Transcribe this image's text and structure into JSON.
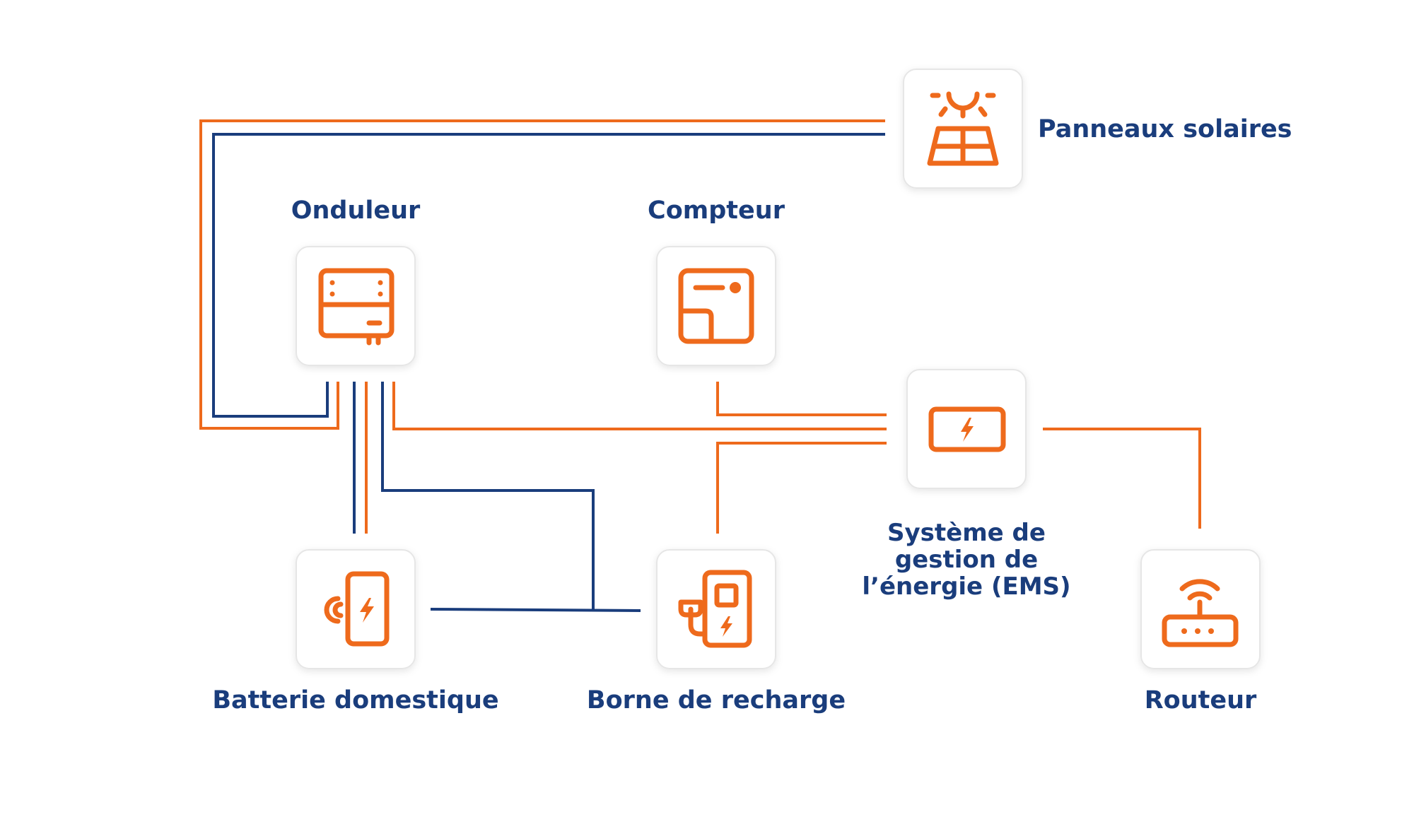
{
  "colors": {
    "orange": "#ee6a1c",
    "blue": "#1a3d7c",
    "card_border": "#e6e6e6",
    "card_bg": "#ffffff",
    "label": "#1a3d7c"
  },
  "nodes": {
    "solar": {
      "label": "Panneaux solaires",
      "icon": "solar-panel-icon"
    },
    "inverter": {
      "label": "Onduleur",
      "icon": "inverter-icon"
    },
    "meter": {
      "label": "Compteur",
      "icon": "meter-icon"
    },
    "ems": {
      "label": "Système de gestion de l’énergie (EMS)",
      "icon": "ems-icon"
    },
    "battery": {
      "label": "Batterie domestique",
      "icon": "home-battery-icon"
    },
    "charger": {
      "label": "Borne de recharge",
      "icon": "charging-station-icon"
    },
    "router": {
      "label": "Routeur",
      "icon": "router-icon"
    }
  }
}
